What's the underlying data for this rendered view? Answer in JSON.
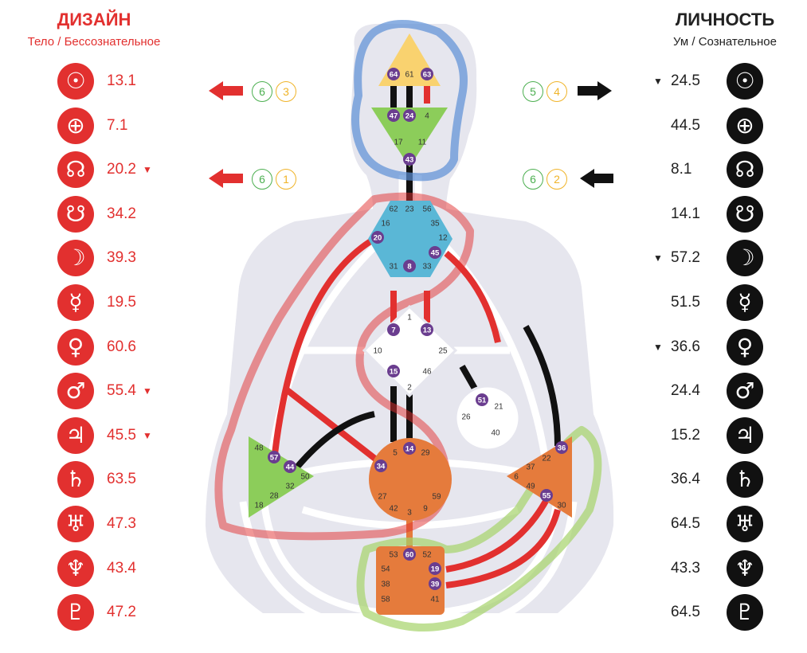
{
  "design": {
    "title": "ДИЗАЙН",
    "subtitle": "Тело / Бессознательное",
    "rows": [
      {
        "icon": "sun-icon",
        "glyph": "☉",
        "value": "13.1",
        "arrow": ""
      },
      {
        "icon": "earth-icon",
        "glyph": "⊕",
        "value": "7.1",
        "arrow": ""
      },
      {
        "icon": "north-node-icon",
        "glyph": "☊",
        "value": "20.2",
        "arrow": "▼"
      },
      {
        "icon": "south-node-icon",
        "glyph": "☋",
        "value": "34.2",
        "arrow": ""
      },
      {
        "icon": "moon-icon",
        "glyph": "☽",
        "value": "39.3",
        "arrow": ""
      },
      {
        "icon": "mercury-icon",
        "glyph": "☿",
        "value": "19.5",
        "arrow": ""
      },
      {
        "icon": "venus-icon",
        "glyph": "♀",
        "value": "60.6",
        "arrow": ""
      },
      {
        "icon": "mars-icon",
        "glyph": "♂",
        "value": "55.4",
        "arrow": "▼"
      },
      {
        "icon": "jupiter-icon",
        "glyph": "♃",
        "value": "45.5",
        "arrow": "▼"
      },
      {
        "icon": "saturn-icon",
        "glyph": "♄",
        "value": "63.5",
        "arrow": ""
      },
      {
        "icon": "uranus-icon",
        "glyph": "♅",
        "value": "47.3",
        "arrow": ""
      },
      {
        "icon": "neptune-icon",
        "glyph": "♆",
        "value": "43.4",
        "arrow": ""
      },
      {
        "icon": "pluto-icon",
        "glyph": "♇",
        "value": "47.2",
        "arrow": ""
      }
    ]
  },
  "personality": {
    "title": "ЛИЧНОСТЬ",
    "subtitle": "Ум / Сознательное",
    "rows": [
      {
        "icon": "sun-icon",
        "glyph": "☉",
        "value": "24.5",
        "arrow": "▼"
      },
      {
        "icon": "earth-icon",
        "glyph": "⊕",
        "value": "44.5",
        "arrow": ""
      },
      {
        "icon": "north-node-icon",
        "glyph": "☊",
        "value": "8.1",
        "arrow": ""
      },
      {
        "icon": "south-node-icon",
        "glyph": "☋",
        "value": "14.1",
        "arrow": ""
      },
      {
        "icon": "moon-icon",
        "glyph": "☽",
        "value": "57.2",
        "arrow": "▼"
      },
      {
        "icon": "mercury-icon",
        "glyph": "☿",
        "value": "51.5",
        "arrow": ""
      },
      {
        "icon": "venus-icon",
        "glyph": "♀",
        "value": "36.6",
        "arrow": "▼"
      },
      {
        "icon": "mars-icon",
        "glyph": "♂",
        "value": "24.4",
        "arrow": ""
      },
      {
        "icon": "jupiter-icon",
        "glyph": "♃",
        "value": "15.2",
        "arrow": ""
      },
      {
        "icon": "saturn-icon",
        "glyph": "♄",
        "value": "36.4",
        "arrow": ""
      },
      {
        "icon": "uranus-icon",
        "glyph": "♅",
        "value": "64.5",
        "arrow": ""
      },
      {
        "icon": "neptune-icon",
        "glyph": "♆",
        "value": "43.3",
        "arrow": ""
      },
      {
        "icon": "pluto-icon",
        "glyph": "♇",
        "value": "64.5",
        "arrow": ""
      }
    ]
  },
  "variables": {
    "design_top": {
      "a": "6",
      "b": "3"
    },
    "design_bottom": {
      "a": "6",
      "b": "1"
    },
    "personality_top": {
      "a": "5",
      "b": "4"
    },
    "personality_bottom": {
      "a": "6",
      "b": "2"
    }
  },
  "colors": {
    "design": "#e2302f",
    "personality": "#111111",
    "head": "#f9d26f",
    "ajna": "#8ccd5a",
    "throat": "#5ab7d6",
    "sacral": "#e57b3c",
    "gate_dot": "#6a3d8f"
  },
  "centers": {
    "head": {
      "gates": [
        "64",
        "61",
        "63"
      ]
    },
    "ajna": {
      "gates": [
        "47",
        "24",
        "4",
        "17",
        "11",
        "43"
      ]
    },
    "throat": {
      "gates": [
        "62",
        "23",
        "56",
        "16",
        "35",
        "20",
        "12",
        "45",
        "31",
        "8",
        "33"
      ]
    },
    "g": {
      "gates": [
        "1",
        "7",
        "13",
        "10",
        "25",
        "15",
        "46",
        "2"
      ]
    },
    "heart": {
      "gates": [
        "51",
        "21",
        "26",
        "40"
      ]
    },
    "spleen": {
      "gates": [
        "48",
        "57",
        "44",
        "50",
        "32",
        "28",
        "18"
      ]
    },
    "sacral": {
      "gates": [
        "34",
        "14",
        "5",
        "29",
        "27",
        "59",
        "42",
        "3",
        "9"
      ]
    },
    "solar_plexus": {
      "gates": [
        "36",
        "37",
        "22",
        "6",
        "49",
        "55",
        "30"
      ]
    },
    "root": {
      "gates": [
        "53",
        "60",
        "52",
        "54",
        "19",
        "38",
        "39",
        "58",
        "41"
      ]
    }
  }
}
